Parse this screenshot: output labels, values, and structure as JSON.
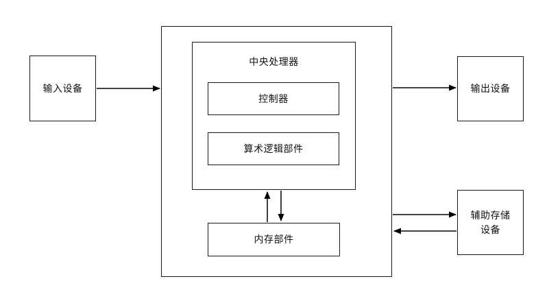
{
  "page": {
    "background": "#ffffff",
    "line_color": "#000000"
  },
  "diagram": {
    "type": "block-diagram",
    "nodes": {
      "input_device": {
        "label": "输入设备"
      },
      "system_boundary": {
        "label": ""
      },
      "cpu": {
        "label": "中央处理器"
      },
      "controller": {
        "label": "控制器"
      },
      "alu": {
        "label": "算术逻辑部件"
      },
      "memory": {
        "label": "内存部件"
      },
      "output_device": {
        "label": "输出设备"
      },
      "aux_storage": {
        "label": "辅助存储\n设备"
      }
    },
    "edges": [
      {
        "from": "input_device",
        "to": "system_boundary",
        "direction": "right"
      },
      {
        "from": "system_boundary",
        "to": "output_device",
        "direction": "right"
      },
      {
        "from": "memory",
        "to": "cpu",
        "direction": "up"
      },
      {
        "from": "cpu",
        "to": "memory",
        "direction": "down"
      },
      {
        "from": "system_boundary",
        "to": "aux_storage",
        "direction": "right"
      },
      {
        "from": "aux_storage",
        "to": "system_boundary",
        "direction": "left"
      }
    ]
  }
}
